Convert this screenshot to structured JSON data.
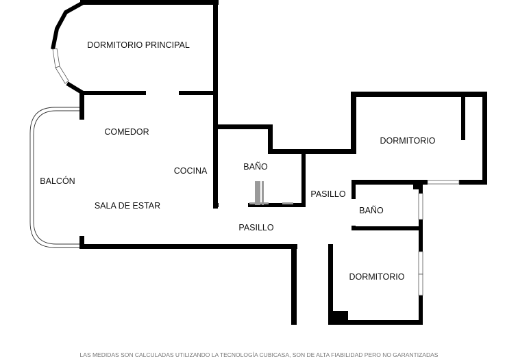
{
  "rooms": {
    "master_bedroom": "DORMITORIO PRINCIPAL",
    "dining": "COMEDOR",
    "kitchen": "COCINA",
    "balcony": "BALCÓN",
    "living": "SALA DE ESTAR",
    "bath1": "BAÑO",
    "hall1": "PASILLO",
    "hall2": "PASILLO",
    "bedroom_ne": "DORMITORIO",
    "bath2": "BAÑO",
    "bedroom_se": "DORMITORIO"
  },
  "footer": "LAS MEDIDAS SON CALCULADAS UTILIZANDO LA TECNOLOGÍA CUBICASA, SON DE ALTA FIABILIDAD PERO NO GARANTIZADAS",
  "colors": {
    "wall": "#000000",
    "fixture": "#9a9a9a",
    "background": "#ffffff"
  }
}
